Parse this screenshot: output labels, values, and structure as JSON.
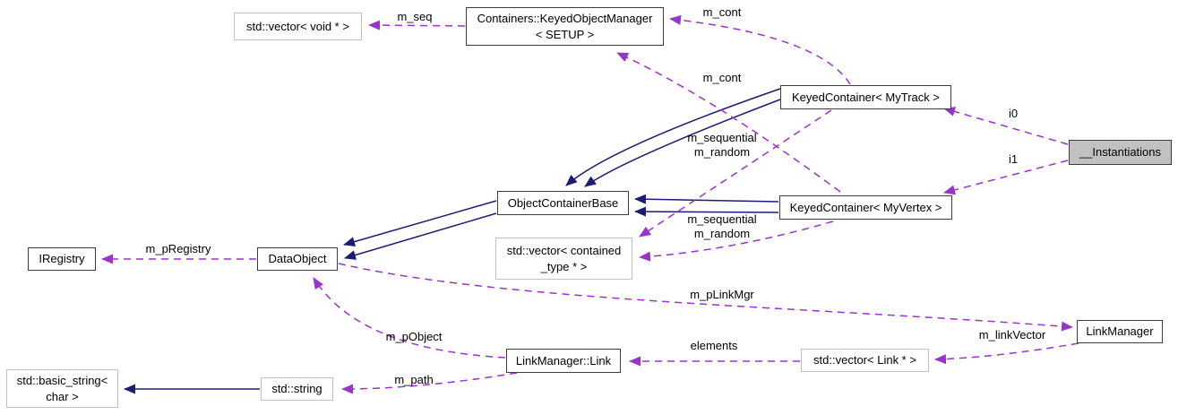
{
  "diagram": {
    "title": "collaboration-graph",
    "colors": {
      "background": "#ffffff",
      "inheritance_edge": "#1c1c74",
      "usage_edge": "#9a32cd",
      "class_node_border": "#3d3d3d",
      "external_node_border": "#c2c2c2",
      "current_node_fill": "#c1c1c1",
      "text": "#000000"
    },
    "nodes": {
      "vector_void": {
        "label": "std::vector< void * >"
      },
      "keyed_object_manager": {
        "line1": "Containers::KeyedObjectManager",
        "line2": "< SETUP >"
      },
      "keyed_container_mytrack": {
        "label": "KeyedContainer< MyTrack >"
      },
      "instantiations": {
        "label": "__Instantiations"
      },
      "object_container_base": {
        "label": "ObjectContainerBase"
      },
      "keyed_container_myvertex": {
        "label": "KeyedContainer< MyVertex >"
      },
      "vector_contained_type": {
        "line1": "std::vector< contained",
        "line2": "_type * >"
      },
      "iregistry": {
        "label": "IRegistry"
      },
      "dataobject": {
        "label": "DataObject"
      },
      "linkmanager": {
        "label": "LinkManager"
      },
      "vector_link": {
        "label": "std::vector< Link * >"
      },
      "linkmanager_link": {
        "label": "LinkManager::Link"
      },
      "std_string": {
        "label": "std::string"
      },
      "basic_string": {
        "line1": "std::basic_string<",
        "line2": "char >"
      }
    },
    "edge_labels": {
      "m_seq": "m_seq",
      "m_cont_track": "m_cont",
      "m_cont_vertex": "m_cont",
      "i0": "i0",
      "i1": "i1",
      "m_sequential_track": "m_sequential",
      "m_random_track": "m_random",
      "m_sequential_vertex": "m_sequential",
      "m_random_vertex": "m_random",
      "m_pRegistry": "m_pRegistry",
      "m_pLinkMgr": "m_pLinkMgr",
      "m_linkVector": "m_linkVector",
      "elements": "elements",
      "m_pObject": "m_pObject",
      "m_path": "m_path"
    },
    "relations": [
      {
        "from": "Containers::KeyedObjectManager< SETUP >",
        "to": "std::vector< void * >",
        "label": "m_seq",
        "style": "usage"
      },
      {
        "from": "KeyedContainer< MyTrack >",
        "to": "Containers::KeyedObjectManager< SETUP >",
        "label": "m_cont",
        "style": "usage"
      },
      {
        "from": "KeyedContainer< MyVertex >",
        "to": "Containers::KeyedObjectManager< SETUP >",
        "label": "m_cont",
        "style": "usage"
      },
      {
        "from": "KeyedContainer< MyTrack >",
        "to": "ObjectContainerBase",
        "label": "",
        "style": "inheritance"
      },
      {
        "from": "KeyedContainer< MyVertex >",
        "to": "ObjectContainerBase",
        "label": "",
        "style": "inheritance"
      },
      {
        "from": "ObjectContainerBase",
        "to": "DataObject",
        "label": "",
        "style": "inheritance"
      },
      {
        "from": "KeyedContainer< MyTrack >",
        "to": "std::vector< contained_type * >",
        "label": "m_sequential m_random",
        "style": "usage"
      },
      {
        "from": "KeyedContainer< MyVertex >",
        "to": "std::vector< contained_type * >",
        "label": "m_sequential m_random",
        "style": "usage"
      },
      {
        "from": "__Instantiations",
        "to": "KeyedContainer< MyTrack >",
        "label": "i0",
        "style": "usage"
      },
      {
        "from": "__Instantiations",
        "to": "KeyedContainer< MyVertex >",
        "label": "i1",
        "style": "usage"
      },
      {
        "from": "DataObject",
        "to": "IRegistry",
        "label": "m_pRegistry",
        "style": "usage"
      },
      {
        "from": "DataObject",
        "to": "LinkManager",
        "label": "m_pLinkMgr",
        "style": "usage"
      },
      {
        "from": "LinkManager",
        "to": "std::vector< Link * >",
        "label": "m_linkVector",
        "style": "usage"
      },
      {
        "from": "std::vector< Link * >",
        "to": "LinkManager::Link",
        "label": "elements",
        "style": "usage"
      },
      {
        "from": "LinkManager::Link",
        "to": "DataObject",
        "label": "m_pObject",
        "style": "usage"
      },
      {
        "from": "LinkManager::Link",
        "to": "std::string",
        "label": "m_path",
        "style": "usage"
      },
      {
        "from": "std::string",
        "to": "std::basic_string< char >",
        "label": "",
        "style": "inheritance"
      }
    ]
  }
}
